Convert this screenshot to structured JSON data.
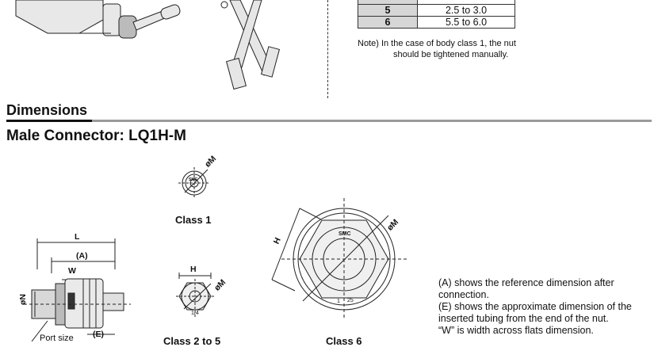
{
  "torque_table": {
    "rows": [
      {
        "class": "5",
        "value": "2.5 to 3.0"
      },
      {
        "class": "6",
        "value": "5.5 to 6.0"
      }
    ]
  },
  "note": {
    "line1": "Note) In the case of body class 1, the nut",
    "line2": "should be tightened manually."
  },
  "section": {
    "title": "Dimensions"
  },
  "product": {
    "title": "Male Connector: LQ1H-M"
  },
  "labels": {
    "class1": "Class 1",
    "class2to5": "Class 2 to 5",
    "class6": "Class 6",
    "dim_L": "L",
    "dim_A": "(A)",
    "dim_W": "W",
    "dim_N": "øN",
    "dim_E": "(E)",
    "port_size": "Port size",
    "dim_H": "H",
    "dim_M": "øM",
    "smc": "SMC",
    "mark_1": "1",
    "mark_25": "25",
    "mark_14": "1/4"
  },
  "description": {
    "line1": "(A) shows the reference dimension after",
    "line2": "connection.",
    "line3": "(E) shows the approximate dimension of the",
    "line4": "inserted tubing from the end of the nut.",
    "line5": "“W” is width across flats dimension."
  }
}
